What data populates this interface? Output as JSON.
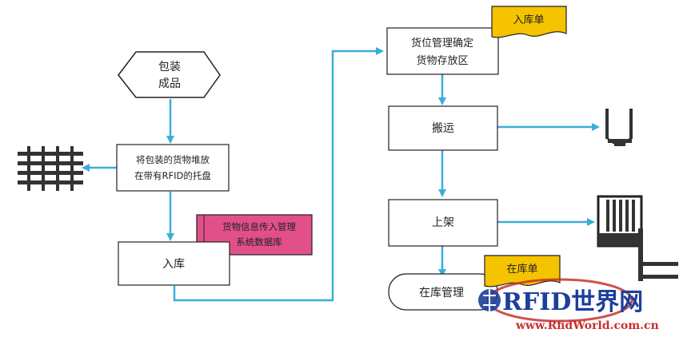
{
  "diagram": {
    "nodes": {
      "packaged_product": {
        "line1": "包装",
        "line2": "成品"
      },
      "load_pallet": {
        "line1": "将包装的货物堆放",
        "line2": "在带有RFID的托盘"
      },
      "inbound": {
        "label": "入库"
      },
      "info_upload": {
        "line1": "货物信息传入管理",
        "line2": "系统数据库"
      },
      "location_mgmt": {
        "line1": "货位管理确定",
        "line2": "货物存放区"
      },
      "transport": {
        "label": "搬运"
      },
      "shelving": {
        "label": "上架"
      },
      "stock_mgmt": {
        "label": "在库管理"
      }
    },
    "documents": {
      "inbound_form": "入库单",
      "stock_form": "在库单"
    }
  },
  "watermark": {
    "brand": "RFID世界网",
    "url": "www.RfidWorld.com.cn"
  },
  "colors": {
    "arrow": "#3aaed8",
    "document_fill": "#f5c300",
    "database_fill": "#e2508a",
    "node_stroke": "#222222",
    "watermark_blue": "#1c3f9a",
    "watermark_red": "#c8302e"
  }
}
